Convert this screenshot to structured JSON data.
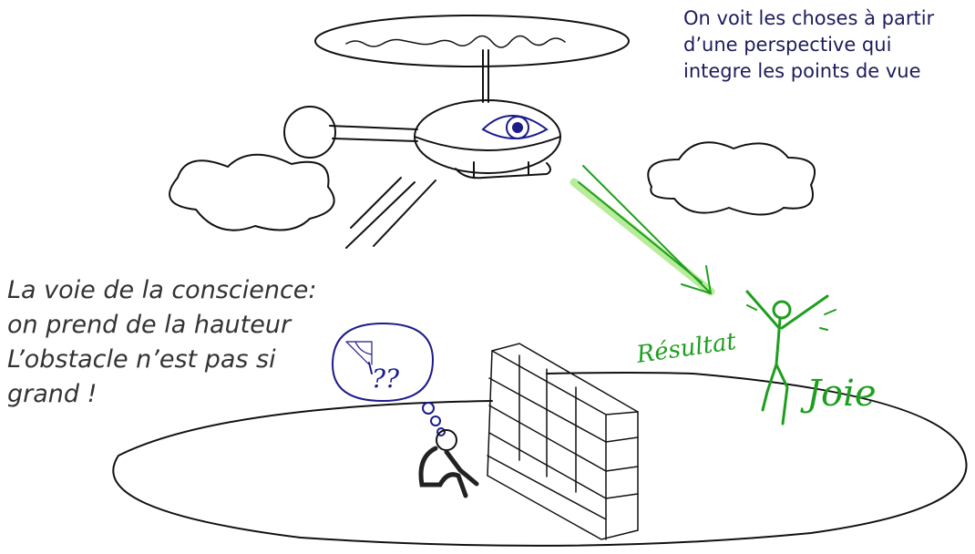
{
  "caption_top": {
    "lines": [
      "On voit les choses à partir",
      "d’une perspective qui",
      "integre les points de vue"
    ]
  },
  "caption_left": {
    "lines": [
      "La voie de la conscience:",
      "on prend de la hauteur",
      "L’obstacle n’est pas si",
      "grand !"
    ]
  },
  "labels": {
    "result": "Résultat",
    "joy": "Joie",
    "questions": "??"
  },
  "colors": {
    "ink": "#111111",
    "blue": "#1c1c8a",
    "green": "#1e9e1e",
    "light_green": "#b8ec9a"
  }
}
